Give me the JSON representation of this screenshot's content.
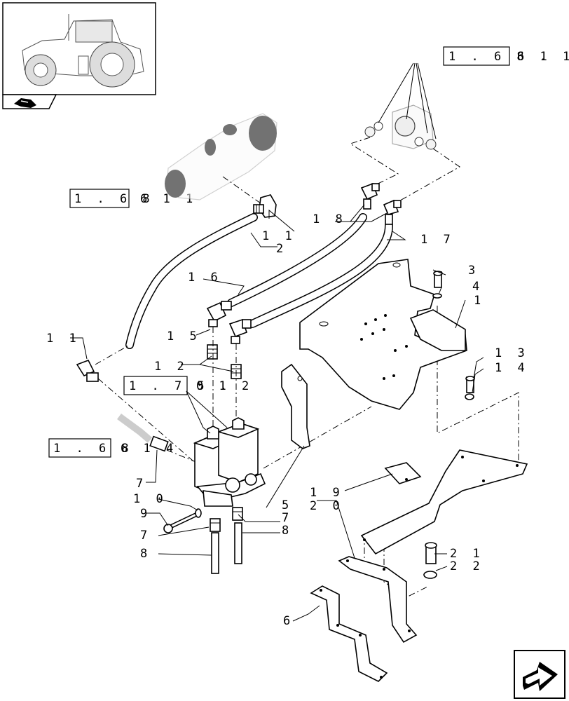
{
  "thumbnail": {
    "icon": "tractor-icon",
    "section_icon": "hand-book-icon"
  },
  "refs": [
    {
      "id": "ref-1-68-6-11-top",
      "boxed": "1 . 6 8 .",
      "tail": "6   1 1"
    },
    {
      "id": "ref-1-68-6-11-left",
      "boxed": "1 . 6 8",
      "tail": "6   1 1"
    },
    {
      "id": "ref-1-75-0-12",
      "boxed": "1 . 7 5 .",
      "tail": "0   1 2"
    },
    {
      "id": "ref-1-68-6-14",
      "boxed": "1 . 6 8",
      "tail": "6   1 4"
    }
  ],
  "callouts": {
    "c1": "1",
    "c2": "2",
    "c3": "3",
    "c4": "4",
    "c5": "5",
    "c6": "6",
    "c7a": "7",
    "c7b": "7",
    "c7c": "7",
    "c8a": "8",
    "c8b": "8",
    "c9": "9",
    "c10": "1 0",
    "c11a": "1 1",
    "c11b": "1 1",
    "c12": "1 2",
    "c13": "1 3",
    "c14": "1 4",
    "c15": "1 5",
    "c16": "1 6",
    "c17": "1 7",
    "c18": "1 8",
    "c19": "1 9",
    "c20": "2 0",
    "c21": "2 1",
    "c22": "2 2"
  },
  "nav": {
    "next_icon": "next-page-arrow-icon"
  }
}
